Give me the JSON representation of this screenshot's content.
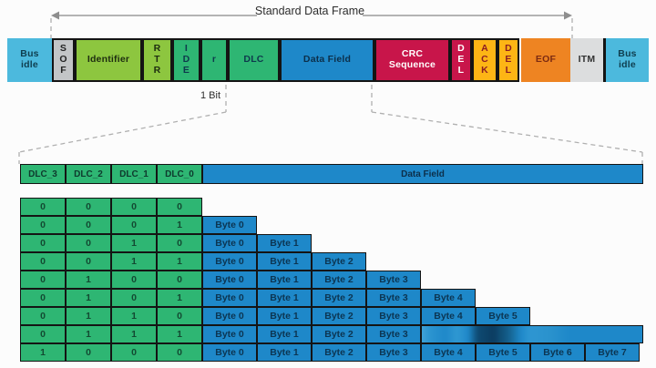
{
  "palette": {
    "background": "#fcfcfc",
    "frame_border": "#141414",
    "annotation_gray": "#9b9b9b",
    "green": "#2eb673",
    "light_green": "#8dc63f",
    "blue": "#1e88c9",
    "crimson": "#c8154a",
    "amber": "#fdb515",
    "orange": "#ee8422",
    "gray": "#c3c5c7",
    "light_gray": "#dcddde",
    "cyan": "#4cb9dd"
  },
  "annotations": {
    "frame_span_label": "Standard Data Frame",
    "bit_width_label": "1 Bit"
  },
  "frame_bar": {
    "segments": [
      {
        "name": "bus-idle-left",
        "label": "Bus\nidle",
        "bg": "#4cb9dd",
        "fg": "#0f3e4f",
        "bordered": false,
        "width": 49
      },
      {
        "name": "sof",
        "label": "S\nO\nF",
        "bg": "#c3c5c7",
        "fg": "#232323",
        "bordered": true,
        "width": 25
      },
      {
        "name": "identifier",
        "label": "Identifier",
        "bg": "#8dc63f",
        "fg": "#1e2d10",
        "bordered": true,
        "width": 74
      },
      {
        "name": "rtr",
        "label": "R\nT\nR",
        "bg": "#8dc63f",
        "fg": "#1e2d10",
        "bordered": true,
        "width": 33
      },
      {
        "name": "ide",
        "label": "I\nD\nE",
        "bg": "#2eb673",
        "fg": "#0e3a4d",
        "bordered": true,
        "width": 31
      },
      {
        "name": "r",
        "label": "r",
        "bg": "#2eb673",
        "fg": "#0e3a4d",
        "bordered": true,
        "width": 30
      },
      {
        "name": "dlc",
        "label": "DLC",
        "bg": "#2eb673",
        "fg": "#0e3a4d",
        "bordered": true,
        "width": 57
      },
      {
        "name": "data-field",
        "label": "Data Field",
        "bg": "#1e88c9",
        "fg": "#0c2f4a",
        "bordered": true,
        "width": 104
      },
      {
        "name": "crc-sequence",
        "label": "CRC\nSequence",
        "bg": "#c8154a",
        "fg": "#ffffff",
        "bordered": true,
        "width": 83
      },
      {
        "name": "del-1",
        "label": "D\nE\nL",
        "bg": "#c8154a",
        "fg": "#ffffff",
        "bordered": true,
        "width": 24
      },
      {
        "name": "ack",
        "label": "A\nC\nK",
        "bg": "#fdb515",
        "fg": "#8c1d22",
        "bordered": true,
        "width": 28
      },
      {
        "name": "del-2",
        "label": "D\nE\nL",
        "bg": "#fdb515",
        "fg": "#8c1d22",
        "bordered": true,
        "width": 24
      },
      {
        "name": "eof",
        "label": "EOF",
        "bg": "#ee8422",
        "fg": "#7c2a12",
        "bordered": false,
        "gap_left": true,
        "width": 54
      },
      {
        "name": "itm",
        "label": "ITM",
        "bg": "#dcddde",
        "fg": "#333333",
        "bordered": false,
        "width": 36
      },
      {
        "name": "bus-idle-right",
        "label": "Bus\nidle",
        "bg": "#4cb9dd",
        "fg": "#0f3e4f",
        "bordered": false,
        "divider_left": true,
        "width": 0
      }
    ]
  },
  "dlc_row": {
    "bit_cells": [
      "DLC_3",
      "DLC_2",
      "DLC_1",
      "DLC_0"
    ],
    "data_field_label": "Data Field",
    "bit_bg": "#2eb673",
    "bit_fg": "#0e3a2d",
    "data_bg": "#1e88c9",
    "data_fg": "#0c2f4a"
  },
  "table": {
    "bit_bg": "#2eb673",
    "bit_fg": "#134a32",
    "byte_bg": "#1e88c9",
    "byte_fg": "#0c3552",
    "rows": [
      {
        "bits": [
          "0",
          "0",
          "0",
          "0"
        ],
        "bytes": []
      },
      {
        "bits": [
          "0",
          "0",
          "0",
          "1"
        ],
        "bytes": [
          "Byte 0"
        ]
      },
      {
        "bits": [
          "0",
          "0",
          "1",
          "0"
        ],
        "bytes": [
          "Byte 0",
          "Byte 1"
        ]
      },
      {
        "bits": [
          "0",
          "0",
          "1",
          "1"
        ],
        "bytes": [
          "Byte 0",
          "Byte 1",
          "Byte 2"
        ]
      },
      {
        "bits": [
          "0",
          "1",
          "0",
          "0"
        ],
        "bytes": [
          "Byte 0",
          "Byte 1",
          "Byte 2",
          "Byte 3"
        ]
      },
      {
        "bits": [
          "0",
          "1",
          "0",
          "1"
        ],
        "bytes": [
          "Byte 0",
          "Byte 1",
          "Byte 2",
          "Byte 3",
          "Byte 4"
        ]
      },
      {
        "bits": [
          "0",
          "1",
          "1",
          "0"
        ],
        "bytes": [
          "Byte 0",
          "Byte 1",
          "Byte 2",
          "Byte 3",
          "Byte 4",
          "Byte 5"
        ]
      },
      {
        "bits": [
          "0",
          "1",
          "1",
          "1"
        ],
        "bytes": [
          "Byte 0",
          "Byte 1",
          "Byte 2",
          "Byte 3"
        ],
        "blurred_tail": true,
        "blur_width": 244
      },
      {
        "bits": [
          "1",
          "0",
          "0",
          "0"
        ],
        "bytes": [
          "Byte 0",
          "Byte 1",
          "Byte 2",
          "Byte 3",
          "Byte 4",
          "Byte 5",
          "Byte 6",
          "Byte 7"
        ]
      }
    ]
  }
}
